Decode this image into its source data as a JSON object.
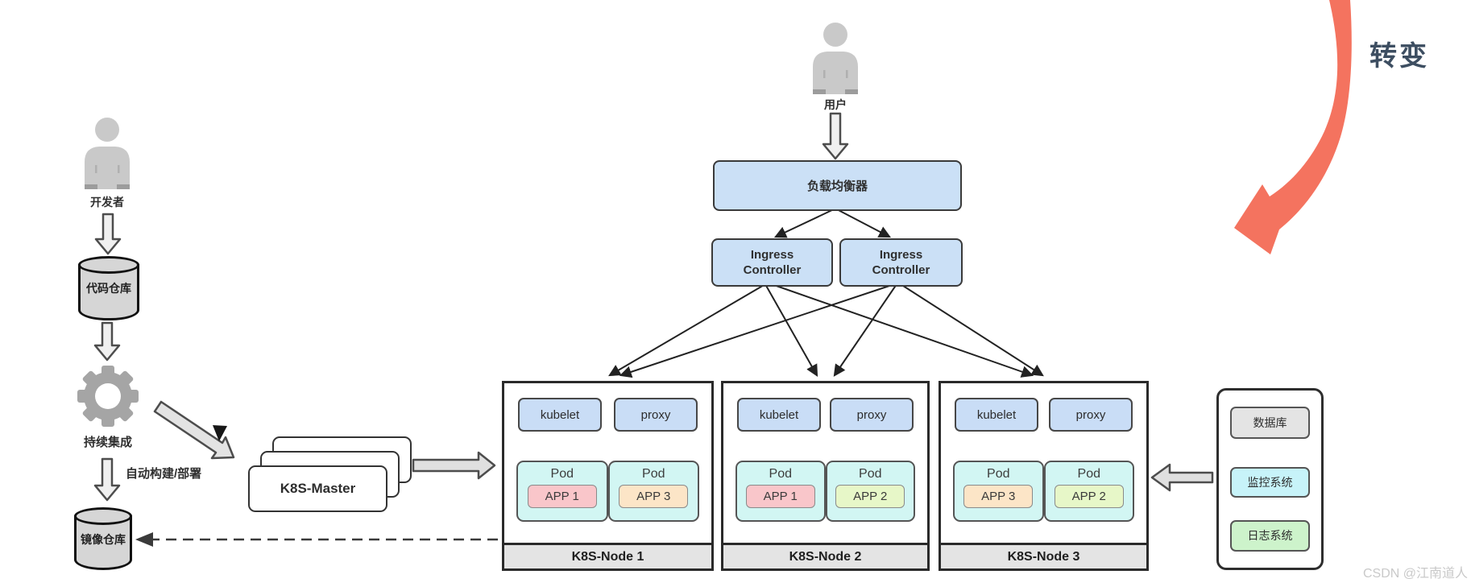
{
  "annotations": {
    "transform_label": "转变",
    "watermark": "CSDN @江南道人"
  },
  "user": {
    "label": "用户"
  },
  "developer": {
    "label": "开发者"
  },
  "pipeline": {
    "code_repo": "代码仓库",
    "ci_label": "持续集成",
    "deploy_label": "自动构建/部署",
    "image_repo": "镜像仓库",
    "master": "K8S-Master"
  },
  "cluster": {
    "load_balancer": "负载均衡器",
    "ingress_controllers": [
      {
        "line1": "Ingress",
        "line2": "Controller"
      },
      {
        "line1": "Ingress",
        "line2": "Controller"
      }
    ],
    "nodes": [
      {
        "name": "K8S-Node 1",
        "kubelet": "kubelet",
        "proxy": "proxy",
        "pods": [
          {
            "label": "Pod",
            "app": "APP 1",
            "color": "#f9c6ca"
          },
          {
            "label": "Pod",
            "app": "APP 3",
            "color": "#fce5c7"
          }
        ]
      },
      {
        "name": "K8S-Node 2",
        "kubelet": "kubelet",
        "proxy": "proxy",
        "pods": [
          {
            "label": "Pod",
            "app": "APP 1",
            "color": "#f9c6ca"
          },
          {
            "label": "Pod",
            "app": "APP 2",
            "color": "#e7f7c8"
          }
        ]
      },
      {
        "name": "K8S-Node 3",
        "kubelet": "kubelet",
        "proxy": "proxy",
        "pods": [
          {
            "label": "Pod",
            "app": "APP 3",
            "color": "#fce5c7"
          },
          {
            "label": "Pod",
            "app": "APP 2",
            "color": "#e7f7c8"
          }
        ]
      }
    ]
  },
  "side_systems": [
    {
      "label": "数据库",
      "color": "#e4e4e4"
    },
    {
      "label": "监控系统",
      "color": "#c7f3f9"
    },
    {
      "label": "日志系统",
      "color": "#cdf3cb"
    }
  ],
  "colors": {
    "accent_arrow": "#f4735f",
    "box_blue": "#cbe0f6",
    "pod_cyan": "#d2f6f3"
  }
}
